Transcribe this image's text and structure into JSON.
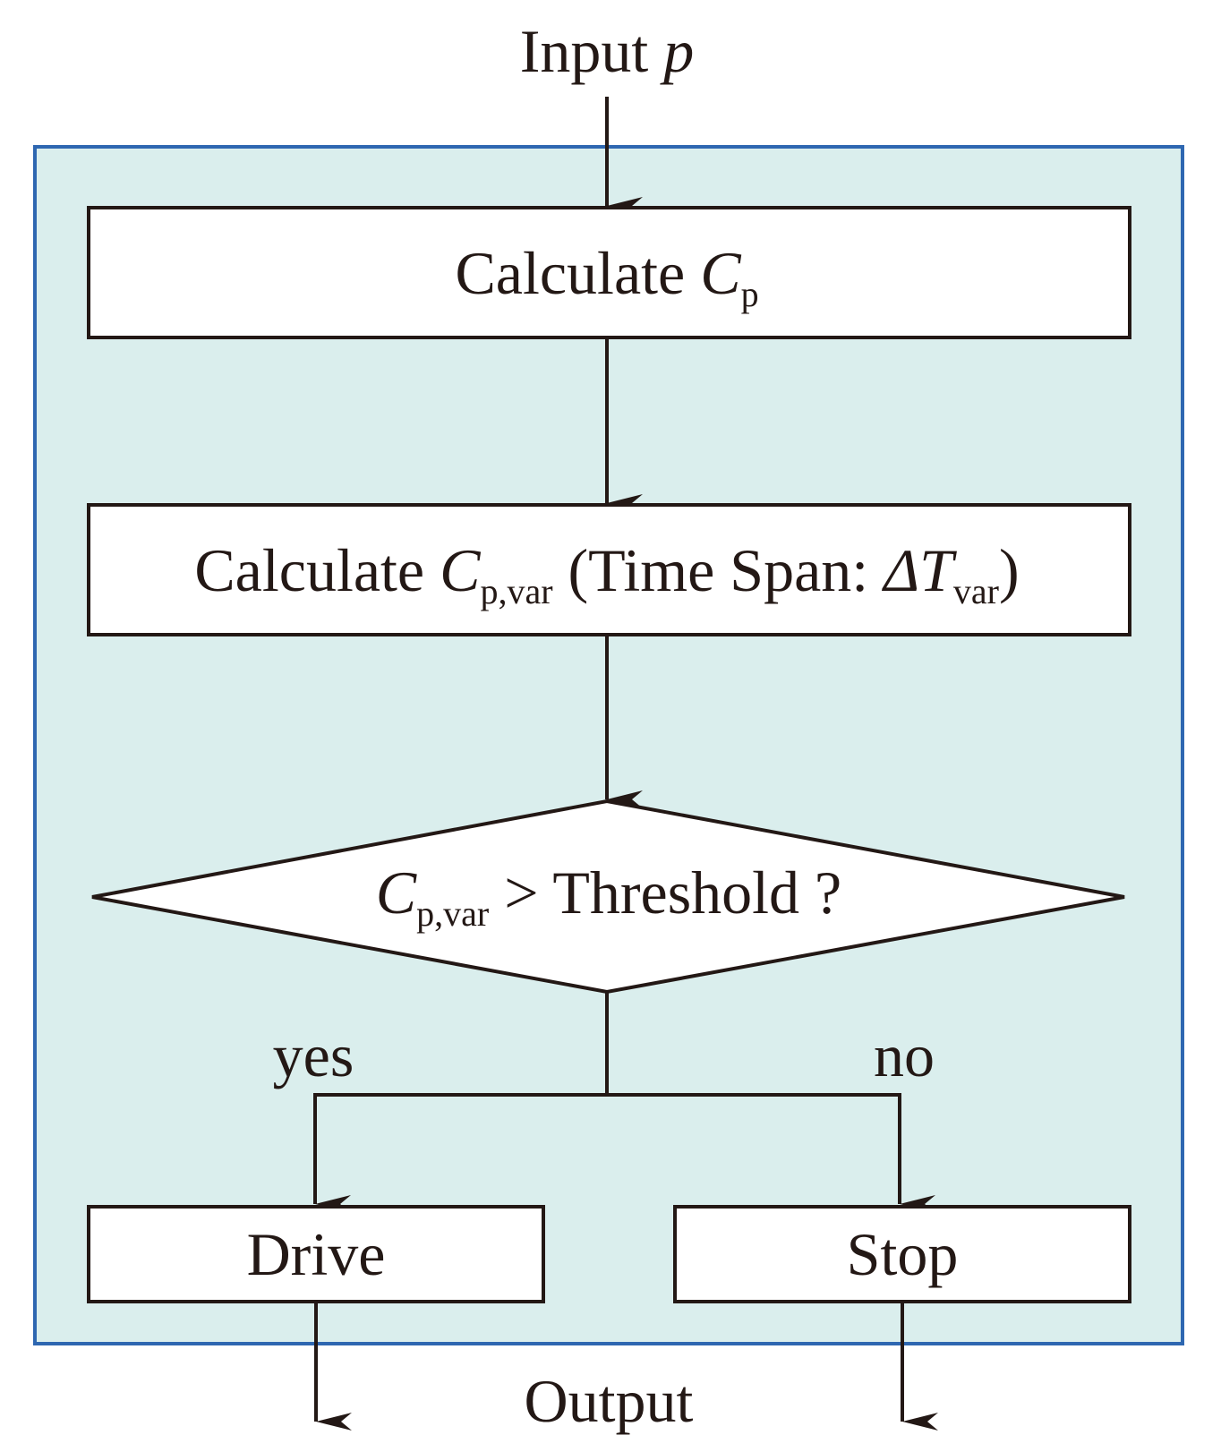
{
  "input": {
    "prefix": "Input ",
    "var": "p"
  },
  "box1": {
    "prefix": "Calculate ",
    "var": "C",
    "sub": "p"
  },
  "box2": {
    "prefix": "Calculate ",
    "var": "C",
    "sub": "p,var",
    "mid": " (Time Span: ",
    "var2": "ΔT",
    "sub2": "var",
    "suffix": ")"
  },
  "decision": {
    "var": "C",
    "sub": "p,var",
    "suffix": " > Threshold ?"
  },
  "branches": {
    "yes": "yes",
    "no": "no"
  },
  "outputs": {
    "drive": "Drive",
    "stop": "Stop",
    "output": "Output"
  },
  "colors": {
    "panel_fill": "#daeeed",
    "panel_border": "#2e67b1",
    "ink": "#231815",
    "box_fill": "#ffffff"
  }
}
